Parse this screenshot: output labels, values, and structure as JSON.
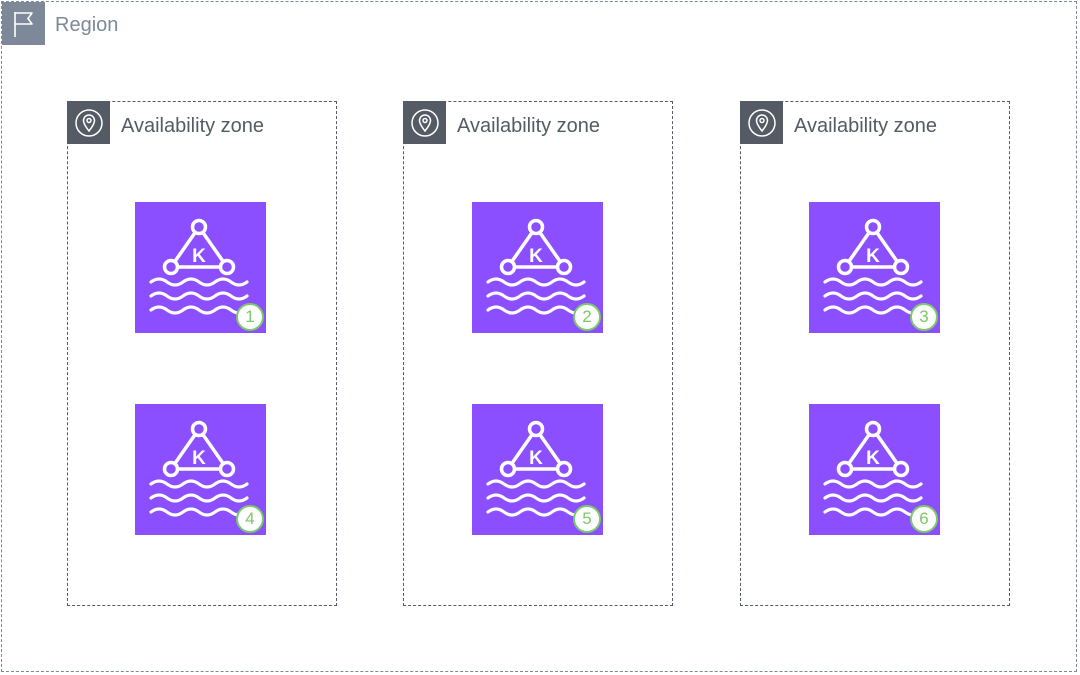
{
  "region": {
    "label": "Region",
    "icon": "flag-icon",
    "border_color": "#7d8998"
  },
  "availability_zones": [
    {
      "label": "Availability zone",
      "icon": "location-pin-icon"
    },
    {
      "label": "Availability zone",
      "icon": "location-pin-icon"
    },
    {
      "label": "Availability zone",
      "icon": "location-pin-icon"
    }
  ],
  "services": [
    {
      "icon": "managed-kafka-icon",
      "glyph_letter": "K",
      "badge": "1"
    },
    {
      "icon": "managed-kafka-icon",
      "glyph_letter": "K",
      "badge": "2"
    },
    {
      "icon": "managed-kafka-icon",
      "glyph_letter": "K",
      "badge": "3"
    },
    {
      "icon": "managed-kafka-icon",
      "glyph_letter": "K",
      "badge": "4"
    },
    {
      "icon": "managed-kafka-icon",
      "glyph_letter": "K",
      "badge": "5"
    },
    {
      "icon": "managed-kafka-icon",
      "glyph_letter": "K",
      "badge": "6"
    }
  ],
  "colors": {
    "service_fill": "#8c4fff",
    "badge_green": "#7ac96a",
    "az_header": "#545b64"
  }
}
